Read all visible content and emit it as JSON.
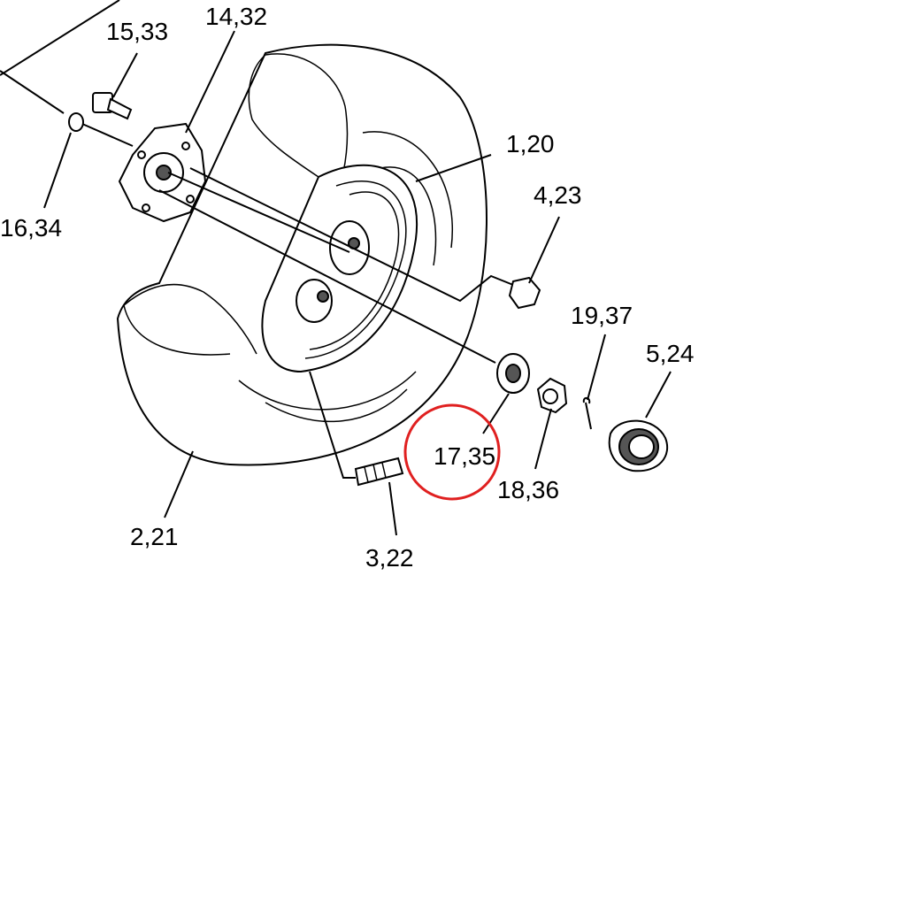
{
  "diagram": {
    "labels": {
      "p15_33": "15,33",
      "p14_32": "14,32",
      "p1_20": "1,20",
      "p4_23": "4,23",
      "p16_34": "16,34",
      "p19_37": "19,37",
      "p5_24": "5,24",
      "p17_35": "17,35",
      "p18_36": "18,36",
      "p2_21": "2,21",
      "p3_22": "3,22"
    },
    "highlight_color": "#e02020"
  }
}
